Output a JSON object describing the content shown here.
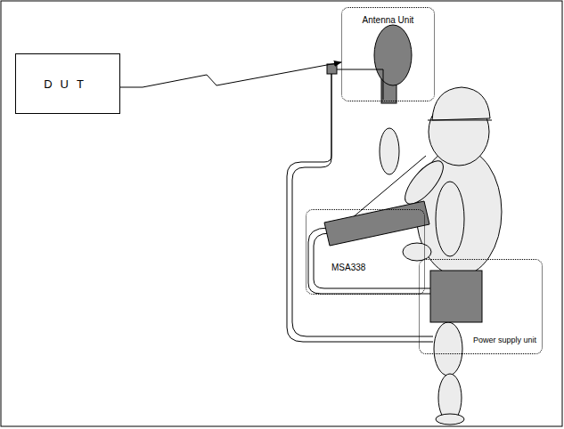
{
  "diagram": {
    "nodes": [
      {
        "text": [
          "DUT"
        ]
      },
      {
        "text": [
          "Antenna Unit"
        ]
      },
      {
        "text": [
          "MSA338"
        ]
      },
      {
        "text": [
          "Power supply unit"
        ]
      }
    ],
    "edges": [
      {
        "from": 0,
        "to": 1,
        "arrow": "to"
      }
    ]
  }
}
